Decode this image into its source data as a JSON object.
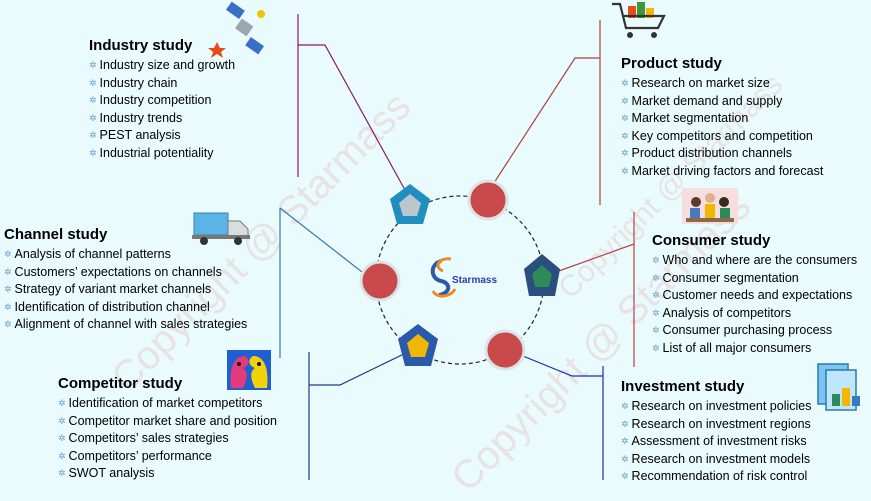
{
  "watermark": "Copyright @ Starmass",
  "center": {
    "logo_text": "Starmass"
  },
  "sections": {
    "industry": {
      "title": "Industry study",
      "items": [
        "Industry size and growth",
        "Industry chain",
        "Industry competition",
        "Industry trends",
        "PEST analysis",
        "Industrial potentiality"
      ]
    },
    "product": {
      "title": "Product study",
      "items": [
        "Research on market size",
        "Market demand and supply",
        "Market segmentation",
        "Key competitors and competition",
        "Product distribution channels",
        "Market driving factors and forecast"
      ]
    },
    "channel": {
      "title": "Channel study",
      "items": [
        "Analysis of channel patterns",
        "Customers’ expectations on channels",
        "Strategy of variant market channels",
        "Identification of distribution channel",
        "Alignment of channel with sales  strategies"
      ]
    },
    "consumer": {
      "title": "Consumer study",
      "items": [
        "Who and where are the consumers",
        "Consumer segmentation",
        "Customer needs and expectations",
        "Analysis of competitors",
        "Consumer purchasing process",
        "List of all major consumers"
      ]
    },
    "competitor": {
      "title": "Competitor study",
      "items": [
        "Identification of market competitors",
        "Competitor market share and position",
        "Competitors’ sales strategies",
        "Competitors’ performance",
        "SWOT analysis"
      ]
    },
    "investment": {
      "title": "Investment study",
      "items": [
        "Research on investment policies",
        "Research on investment regions",
        "Assessment of investment risks",
        "Research on investment models",
        "Recommendation of risk control"
      ]
    }
  },
  "colors": {
    "background": "#e9fbfd",
    "circle_red": "#c94a4a",
    "pentagon_blue": "#1f8fbf",
    "pentagon_navy": "#2a4f7f",
    "pentagon_gold": "#f2b705",
    "pentagon_green": "#2e8b57",
    "line_industry": "#8b1a6b",
    "line_product": "#b04040",
    "line_channel": "#3a78b0",
    "line_consumer": "#c04040",
    "line_competitor": "#1a3f7f",
    "line_investment": "#1a2fb0"
  },
  "icons": [
    "satellite-icon",
    "shopping-cart-icon",
    "truck-icon",
    "people-meeting-icon",
    "competitors-faces-icon",
    "investment-documents-icon"
  ]
}
